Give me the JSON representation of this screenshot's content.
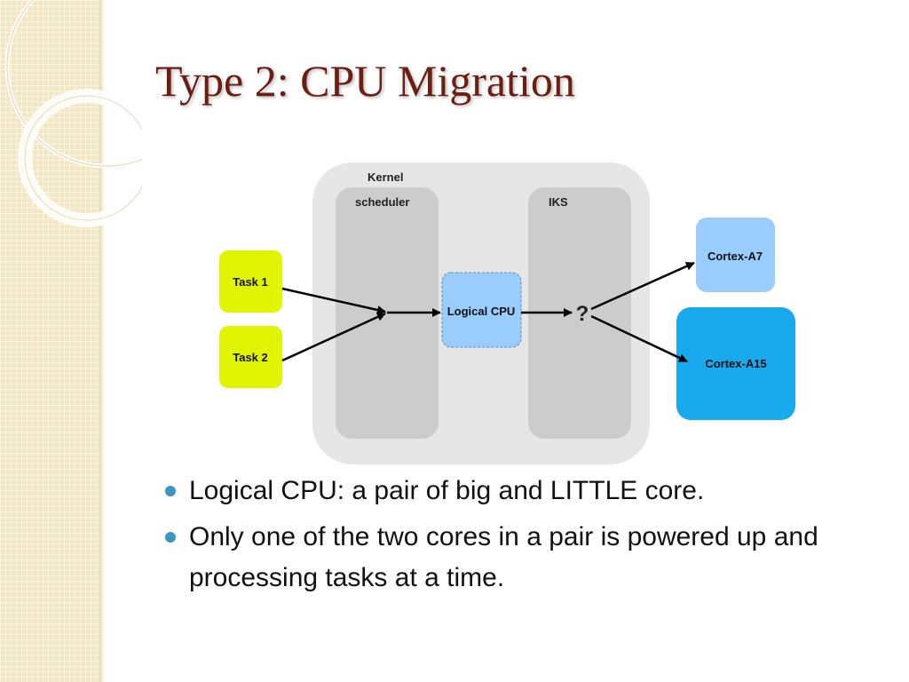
{
  "slide": {
    "title": "Type 2: CPU Migration",
    "colors": {
      "title": "#6b1e12",
      "bullet": "#3a95c0",
      "task": "#e1f500",
      "logical_cpu": "#99ccff",
      "cortex_a7": "#99ccff",
      "cortex_a15": "#19aaee",
      "kernel_panel": "#e6e6e6",
      "column_panel": "#cccccc"
    }
  },
  "diagram": {
    "kernel_label": "Kernel",
    "scheduler_label": "scheduler",
    "iks_label": "IKS",
    "task1_label": "Task 1",
    "task2_label": "Task 2",
    "logical_cpu_label": "Logical CPU",
    "question_label": "?",
    "cortex_a7_label": "Cortex-A7",
    "cortex_a15_label": "Cortex-A15"
  },
  "bullets": [
    {
      "text": "Logical CPU: a pair of big and LITTLE core."
    },
    {
      "text": "Only one of the two cores in a pair is powered up and processing tasks at a time."
    }
  ]
}
